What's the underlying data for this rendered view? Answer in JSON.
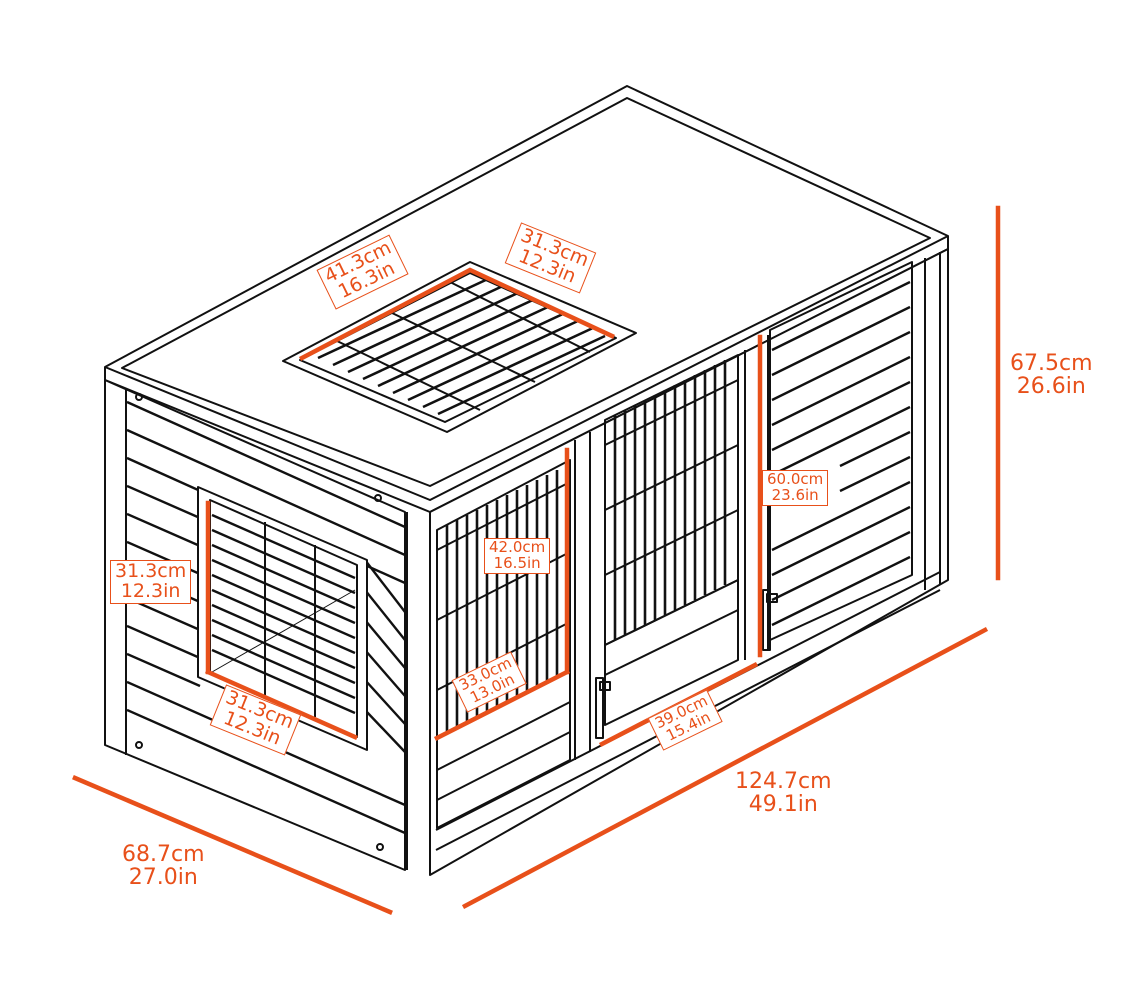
{
  "diagram": {
    "subject": "Wooden pet crate / dog house with wire-grid doors, top vent and side window",
    "accent_color": "#e8501a",
    "line_color": "#111111",
    "dimensions": {
      "overall_height": {
        "cm": "67.5cm",
        "in": "26.6in"
      },
      "overall_length": {
        "cm": "124.7cm",
        "in": "49.1in"
      },
      "overall_depth": {
        "cm": "68.7cm",
        "in": "27.0in"
      },
      "top_vent_length": {
        "cm": "41.3cm",
        "in": "16.3in"
      },
      "top_vent_width": {
        "cm": "31.3cm",
        "in": "12.3in"
      },
      "side_window_height": {
        "cm": "31.3cm",
        "in": "12.3in"
      },
      "side_window_width": {
        "cm": "31.3cm",
        "in": "12.3in"
      },
      "door_opening_height": {
        "cm": "42.0cm",
        "in": "16.5in"
      },
      "door_opening_width": {
        "cm": "33.0cm",
        "in": "13.0in"
      },
      "center_door_width": {
        "cm": "39.0cm",
        "in": "15.4in"
      },
      "front_panel_height": {
        "cm": "60.0cm",
        "in": "23.6in"
      }
    }
  }
}
